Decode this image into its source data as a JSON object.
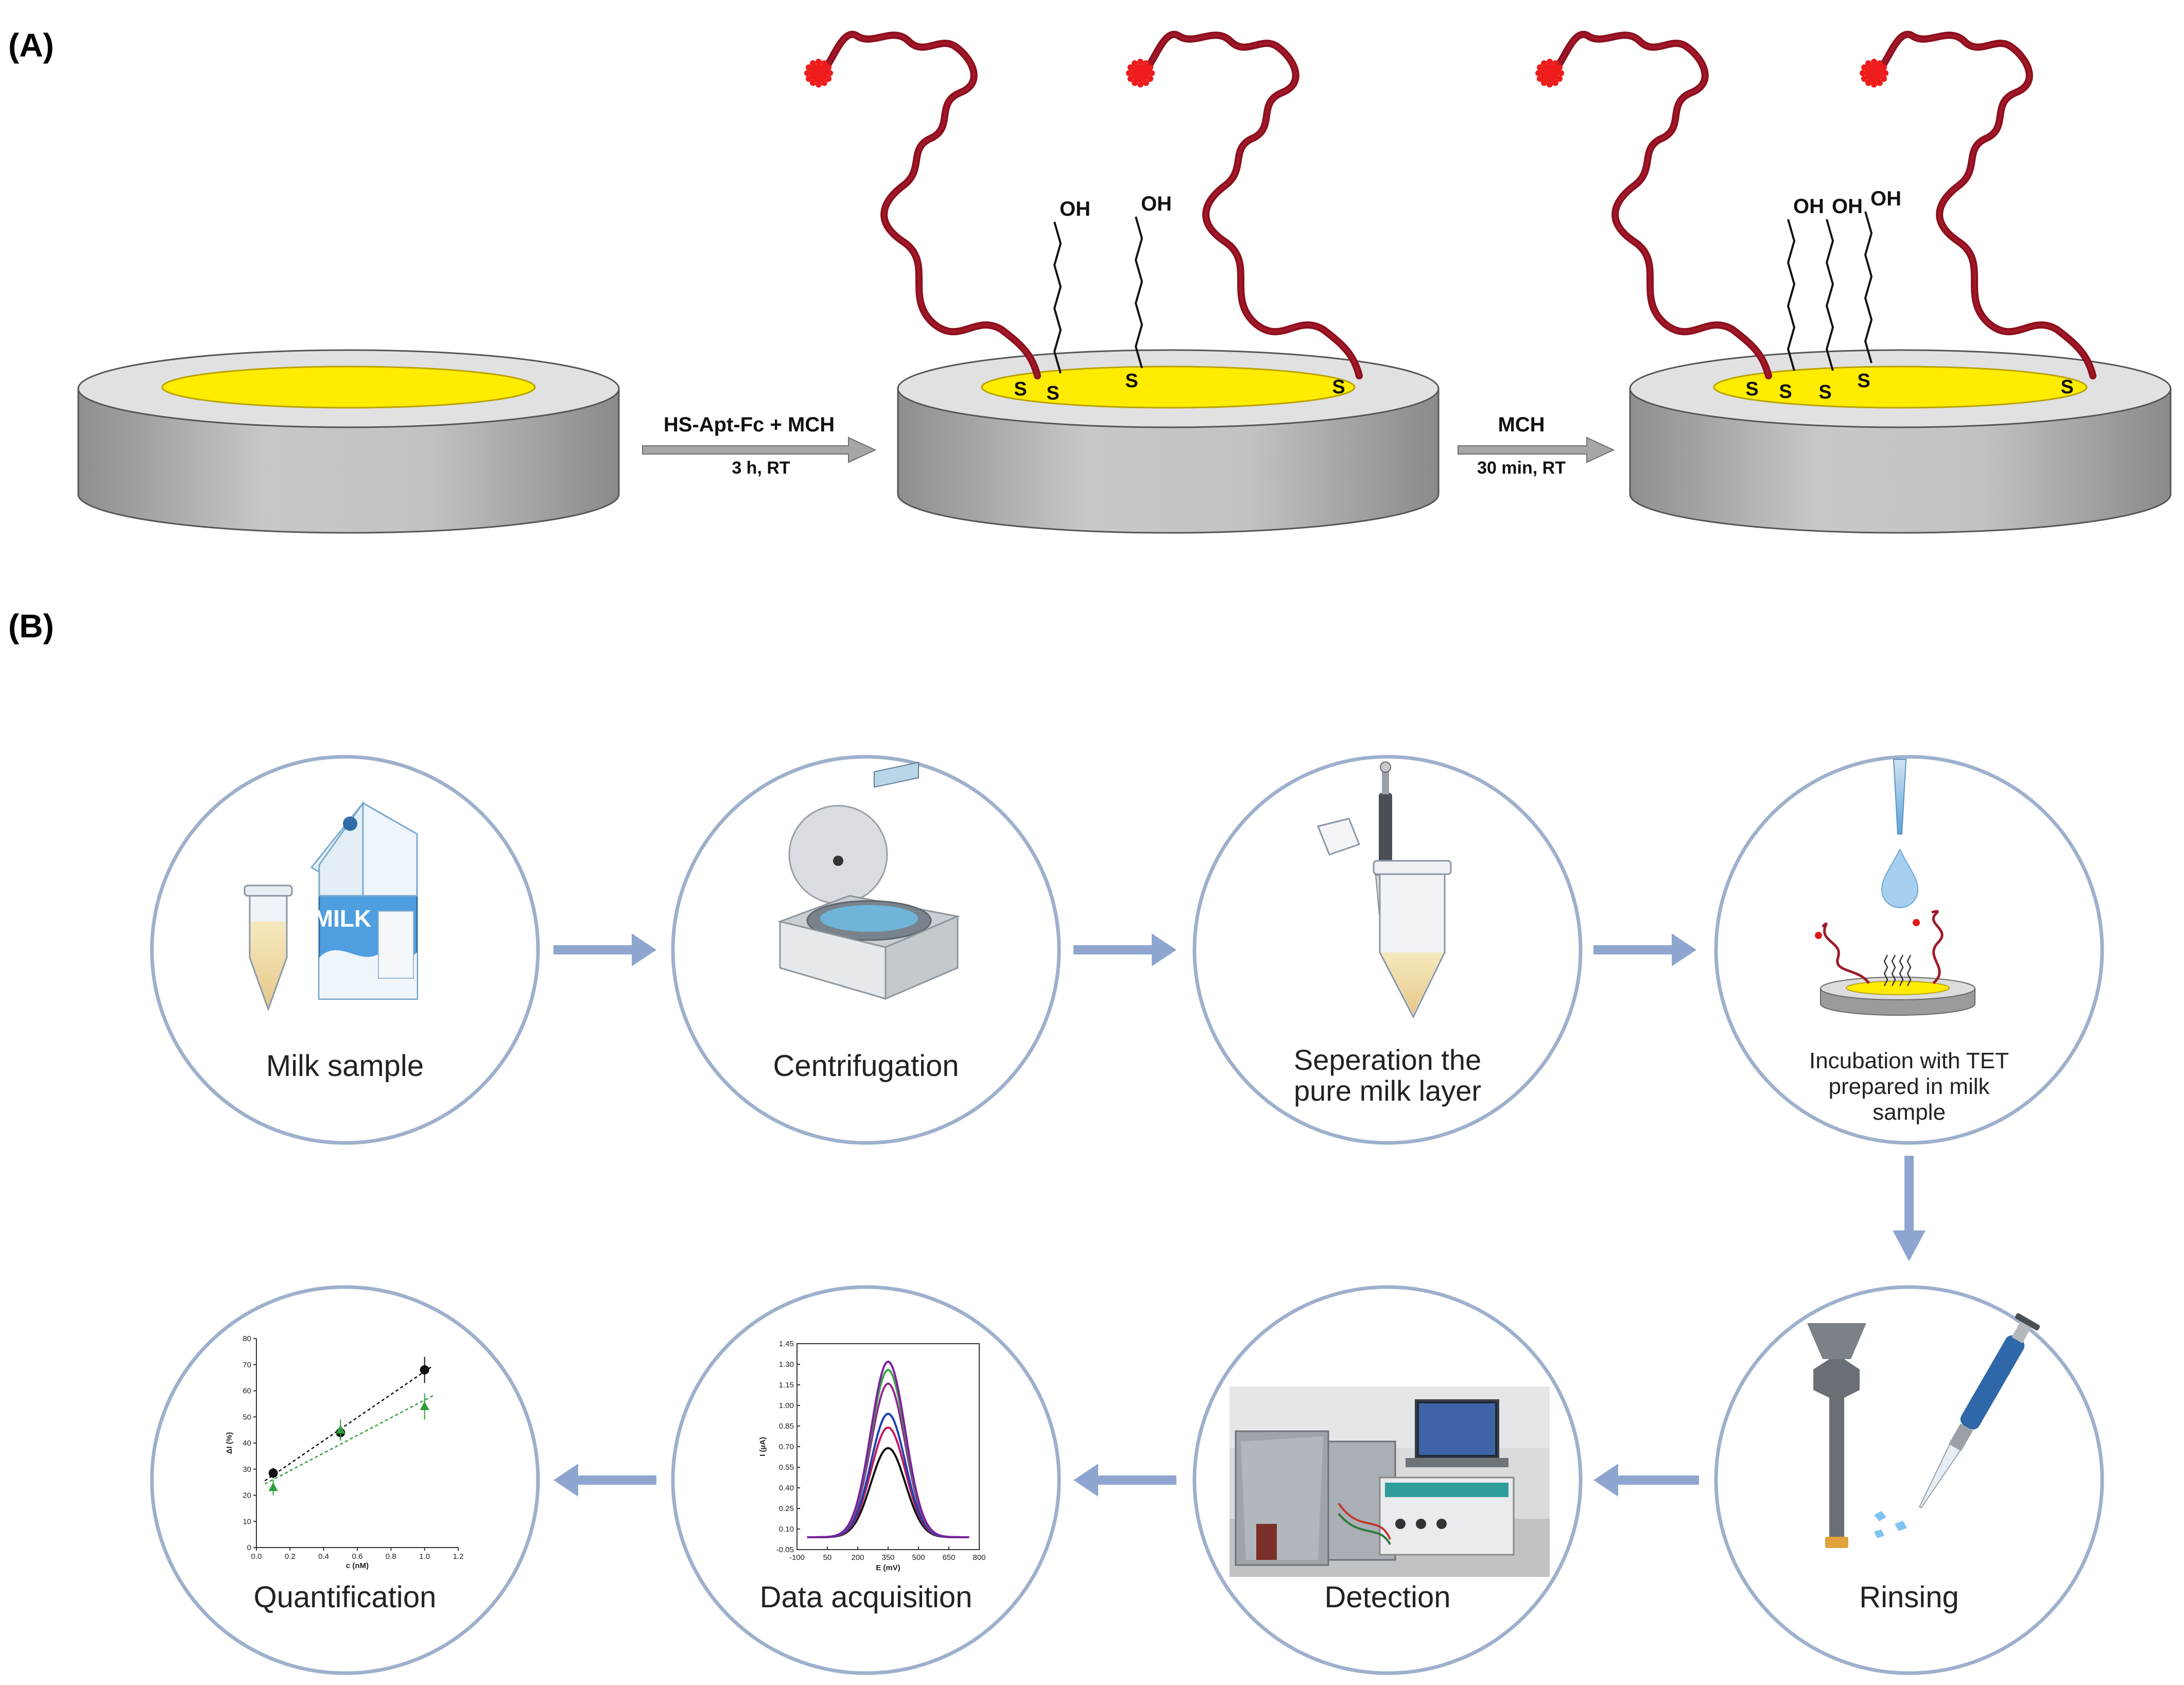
{
  "panel_a": {
    "label": "(A)",
    "step1": {
      "reagent": "HS-Apt-Fc + MCH",
      "condition": "3 h, RT"
    },
    "step2": {
      "reagent": "MCH",
      "condition": "30 min, RT"
    },
    "thiol_label": "S",
    "hydroxyl_label": "OH"
  },
  "panel_b": {
    "label": "(B)",
    "steps": [
      {
        "id": "milk",
        "lines": [
          "Milk sample"
        ]
      },
      {
        "id": "centrifuge",
        "lines": [
          "Centrifugation"
        ]
      },
      {
        "id": "separation",
        "lines": [
          "Seperation the",
          "pure milk layer"
        ]
      },
      {
        "id": "incubation",
        "lines": [
          "Incubation with TET",
          "prepared in milk",
          "sample"
        ]
      },
      {
        "id": "rinsing",
        "lines": [
          "Rinsing"
        ]
      },
      {
        "id": "detection",
        "lines": [
          "Detection"
        ]
      },
      {
        "id": "acquisition",
        "lines": [
          "Data acquisition"
        ]
      },
      {
        "id": "quantification",
        "lines": [
          "Quantification"
        ]
      }
    ],
    "milk_carton_text": "MILK"
  },
  "chart_data": [
    {
      "type": "line",
      "title": "",
      "xlabel": "E (mV)",
      "ylabel": "I (µA)",
      "xlim": [
        -100,
        800
      ],
      "ylim": [
        -0.05,
        1.45
      ],
      "x_ticks": [
        "-100",
        "50",
        "200",
        "350",
        "500",
        "650",
        "800"
      ],
      "y_ticks": [
        "-0.05",
        "0.10",
        "0.25",
        "0.40",
        "0.55",
        "0.70",
        "0.85",
        "1.00",
        "1.15",
        "1.30",
        "1.45"
      ],
      "peak_position_mV": 350,
      "series": [
        {
          "color": "#111111",
          "peak": 0.69
        },
        {
          "color": "#c2185b",
          "peak": 0.84
        },
        {
          "color": "#1a3fb0",
          "peak": 0.94
        },
        {
          "color": "#8e2a8e",
          "peak": 1.16
        },
        {
          "color": "#43a047",
          "peak": 1.26
        },
        {
          "color": "#7b1fa2",
          "peak": 1.32
        }
      ]
    },
    {
      "type": "scatter",
      "title": "",
      "xlabel": "c (nM)",
      "ylabel": "ΔI (%)",
      "xlim": [
        0,
        1.2
      ],
      "ylim": [
        0,
        80
      ],
      "x_ticks": [
        "0.0",
        "0.2",
        "0.4",
        "0.6",
        "0.8",
        "1.0",
        "1.2"
      ],
      "y_ticks": [
        "0",
        "10",
        "20",
        "30",
        "40",
        "50",
        "60",
        "70",
        "80"
      ],
      "series": [
        {
          "color": "#111111",
          "marker": "circle",
          "x": [
            0.1,
            0.5,
            1.0
          ],
          "y": [
            28.5,
            44,
            68
          ],
          "err": [
            2,
            3,
            5
          ]
        },
        {
          "color": "#2e9e3a",
          "marker": "triangle",
          "x": [
            0.1,
            0.5,
            1.0
          ],
          "y": [
            23,
            45,
            54
          ],
          "err": [
            3,
            4,
            5
          ]
        }
      ]
    }
  ]
}
